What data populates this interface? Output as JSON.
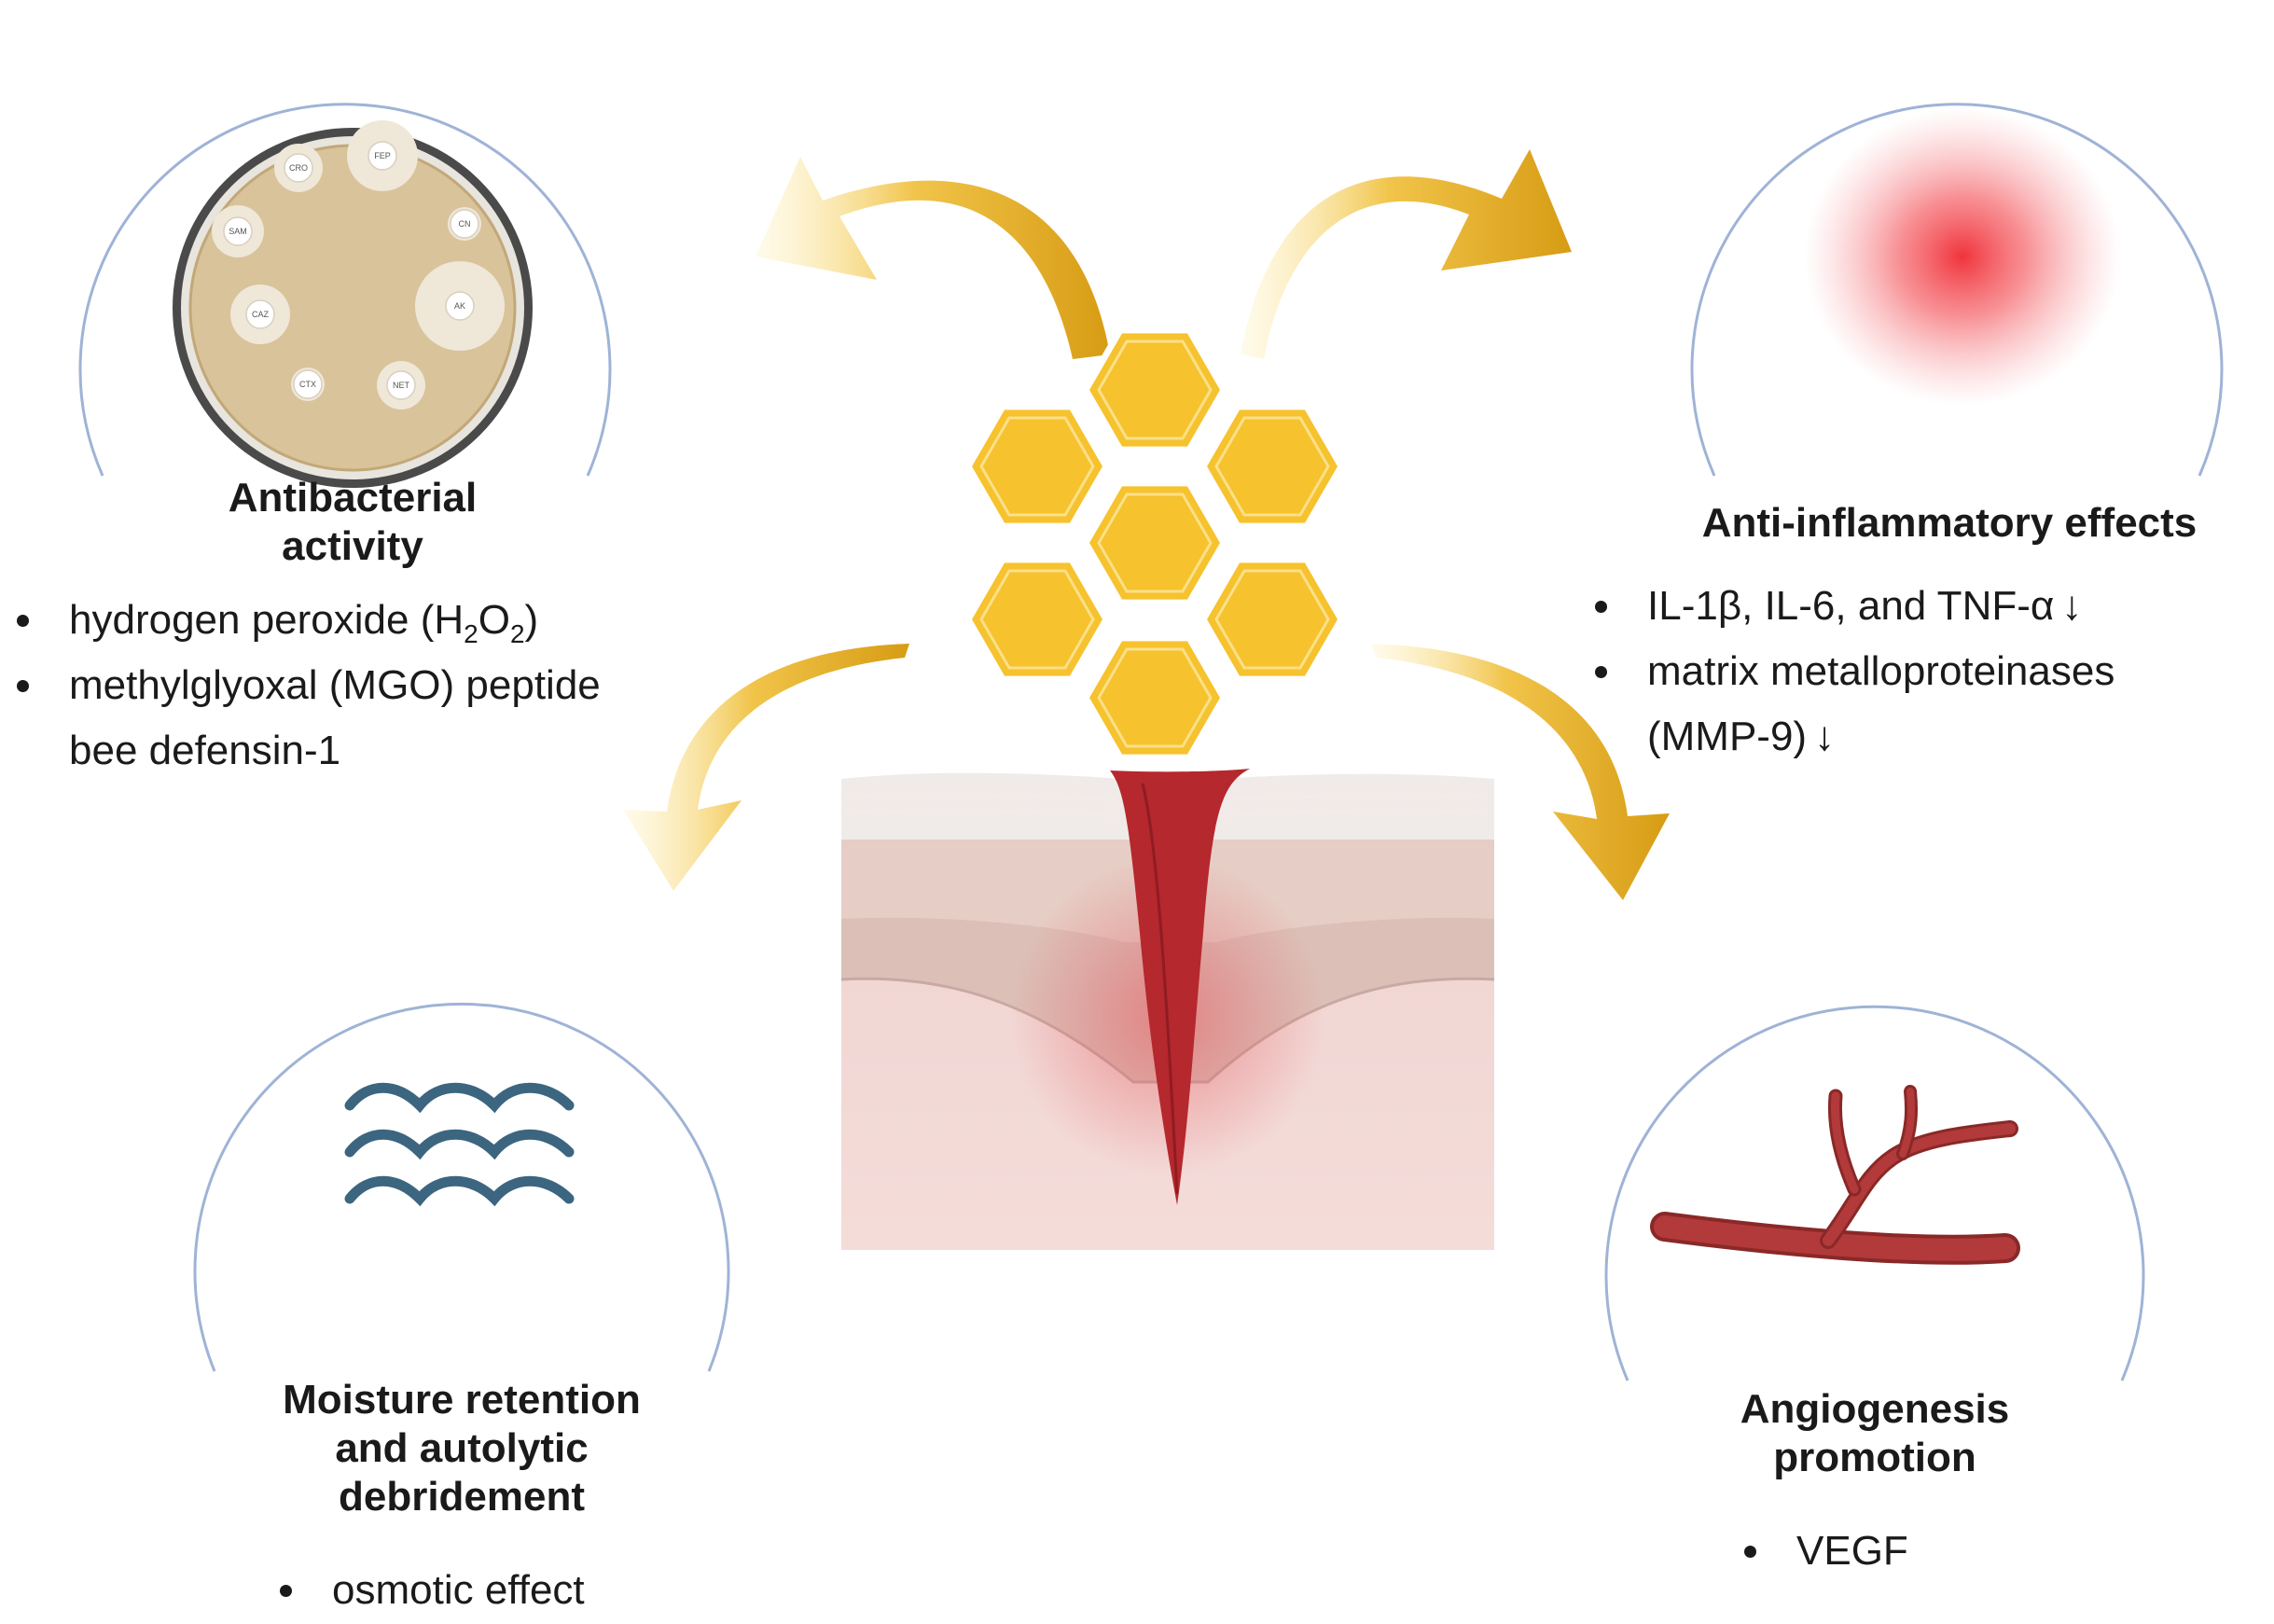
{
  "antibacterial": {
    "heading": [
      "Antibacterial",
      "activity"
    ],
    "bullets": {
      "b1": "hydrogen peroxide (H",
      "b1_sub1": "2",
      "b1_mid": "O",
      "b1_sub2": "2",
      "b1_end": ")",
      "b2": "methylglyoxal (MGO) peptide",
      "b2_cont": "bee defensin-1"
    },
    "disk_labels": [
      "CRO",
      "FEP",
      "CN",
      "SAM",
      "AK",
      "CAZ",
      "CTX",
      "NET"
    ]
  },
  "anti_inflammatory": {
    "heading": "Anti-inflammatory effects",
    "bullets": [
      "IL-1β, IL-6, and TNF-α",
      "matrix metalloproteinases",
      "(MMP-9)"
    ],
    "arrow": "↓"
  },
  "moisture": {
    "heading": [
      "Moisture retention",
      "and autolytic",
      "debridement"
    ],
    "bullets": [
      "osmotic effect"
    ]
  },
  "angiogenesis": {
    "heading": [
      "Angiogenesis",
      "promotion"
    ],
    "bullets": [
      "VEGF"
    ]
  },
  "colors": {
    "circle_outline": "#9fb3d6",
    "honey": "#f6c22d",
    "honey_edge": "#ffffff",
    "arrow_gold": "#e3a91f",
    "arrow_dark": "#c48a0c",
    "wound": "#b5282d",
    "vessel": "#b23a3a",
    "water": "#3c6580",
    "petri": "#d9c39a"
  },
  "icons": [
    "petri-dish-icon",
    "inflammation-icon",
    "honeycomb-icon",
    "skin-wound-icon",
    "water-waves-icon",
    "blood-vessel-icon"
  ]
}
